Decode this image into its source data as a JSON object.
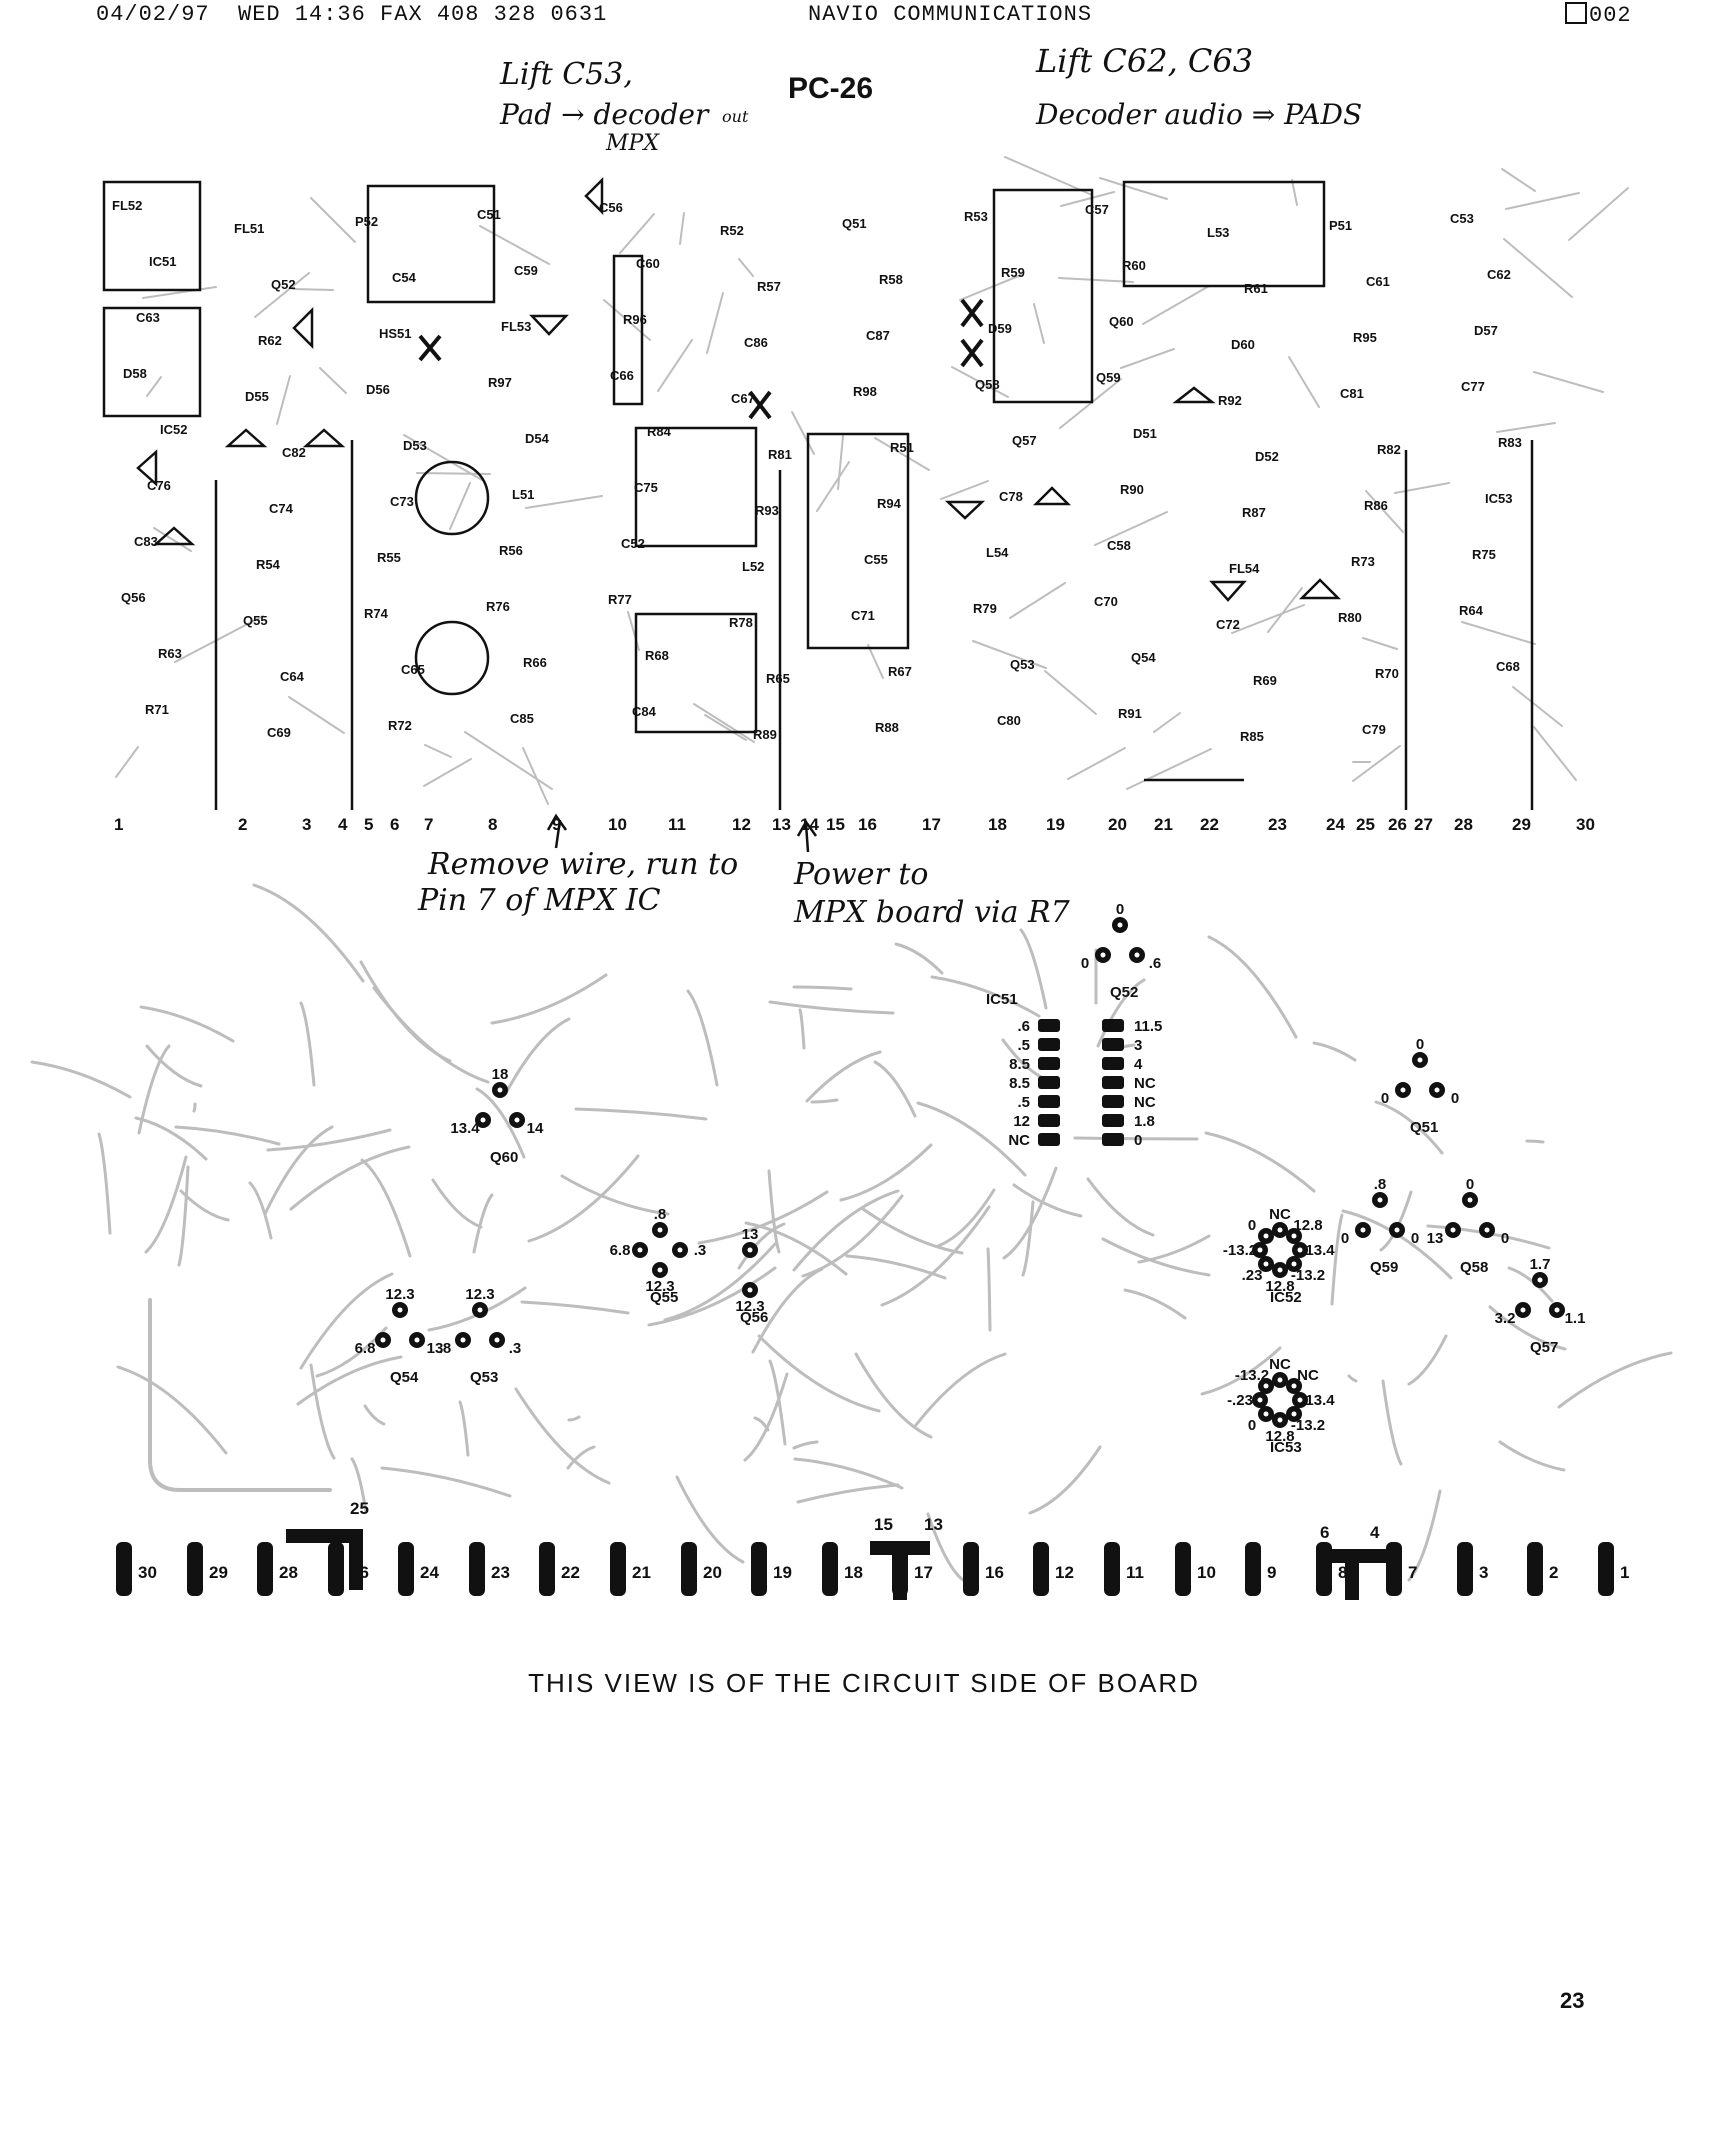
{
  "fax_header": {
    "line": "04/02/97  WED 14:36 FAX 408 328 0631",
    "company": "NAVIO COMMUNICATIONS",
    "page": "002"
  },
  "board": {
    "title": "PC-26",
    "caption": "THIS VIEW IS OF THE CIRCUIT SIDE OF BOARD",
    "page_number": "23"
  },
  "annotations": {
    "lift_c53": "Lift C53,",
    "pad_decoder": "Pad → decoder",
    "out": "out",
    "mpx": "MPX",
    "lift_c62_c63": "Lift C62, C63",
    "decoder_audio": "Decoder audio ⇒ PADS",
    "remove_wire_1": "Remove wire, run to",
    "remove_wire_2": "Pin 7 of MPX IC",
    "power_1": "Power to",
    "power_2": "MPX board via R7"
  },
  "component_labels": [
    "FL52",
    "FL51",
    "P52",
    "C51",
    "C56",
    "R52",
    "Q51",
    "R53",
    "C57",
    "L53",
    "P51",
    "C53",
    "IC51",
    "Q52",
    "C54",
    "C59",
    "C60",
    "R57",
    "R58",
    "R59",
    "R60",
    "R61",
    "C61",
    "C62",
    "C63",
    "R62",
    "HS51",
    "FL53",
    "R96",
    "C86",
    "C87",
    "D59",
    "Q60",
    "D60",
    "R95",
    "D57",
    "D58",
    "D55",
    "D56",
    "R97",
    "C66",
    "C67",
    "R98",
    "Q58",
    "Q59",
    "R92",
    "C81",
    "C77",
    "IC52",
    "C82",
    "D53",
    "D54",
    "R84",
    "R81",
    "R51",
    "Q57",
    "D51",
    "D52",
    "R82",
    "R83",
    "C76",
    "C74",
    "C73",
    "L51",
    "C75",
    "R93",
    "R94",
    "C78",
    "R90",
    "R87",
    "R86",
    "IC53",
    "C83",
    "R54",
    "R55",
    "R56",
    "C52",
    "L52",
    "C55",
    "L54",
    "C58",
    "FL54",
    "R73",
    "R75",
    "Q56",
    "Q55",
    "R74",
    "R76",
    "R77",
    "R78",
    "C71",
    "R79",
    "C70",
    "C72",
    "R80",
    "R64",
    "R63",
    "C64",
    "C65",
    "R66",
    "R68",
    "R65",
    "R67",
    "Q53",
    "Q54",
    "R69",
    "R70",
    "C68",
    "R71",
    "C69",
    "R72",
    "C85",
    "C84",
    "R89",
    "R88",
    "C80",
    "R91",
    "R85",
    "C79"
  ],
  "pin_numbers_top": [
    "1",
    "2",
    "3",
    "4",
    "5",
    "6",
    "7",
    "8",
    "9",
    "10",
    "11",
    "12",
    "13",
    "14",
    "15",
    "16",
    "17",
    "18",
    "19",
    "20",
    "21",
    "22",
    "23",
    "24",
    "25",
    "26",
    "27",
    "28",
    "29",
    "30"
  ],
  "edge_pins": [
    {
      "label": "30"
    },
    {
      "label": "29"
    },
    {
      "label": "28"
    },
    {
      "label": "26"
    },
    {
      "label": "24"
    },
    {
      "label": "23"
    },
    {
      "label": "22"
    },
    {
      "label": "21"
    },
    {
      "label": "20"
    },
    {
      "label": "19"
    },
    {
      "label": "18"
    },
    {
      "label": "17"
    },
    {
      "label": "16"
    },
    {
      "label": "12"
    },
    {
      "label": "11"
    },
    {
      "label": "10"
    },
    {
      "label": "9"
    },
    {
      "label": "8"
    },
    {
      "label": "7"
    },
    {
      "label": "3"
    },
    {
      "label": "2"
    },
    {
      "label": "1"
    }
  ],
  "edge_pin_tops": [
    "25",
    "15",
    "13",
    "6",
    "4"
  ],
  "ic51": {
    "name": "IC51",
    "left_pins": [
      ".6",
      ".5",
      "8.5",
      "8.5",
      ".5",
      "12",
      "NC"
    ],
    "right_pins": [
      "11.5",
      "3",
      "4",
      "NC",
      "NC",
      "1.8",
      "0"
    ]
  },
  "voltage_points": [
    {
      "ref": "Q52",
      "values": [
        "0",
        ".6",
        "0"
      ]
    },
    {
      "ref": "Q51",
      "values": [
        "0",
        "0",
        "0"
      ]
    },
    {
      "ref": "Q60",
      "values": [
        "18",
        "14",
        "13.4"
      ]
    },
    {
      "ref": "Q55",
      "values": [
        ".8",
        ".3",
        "12.3",
        "6.8"
      ]
    },
    {
      "ref": "Q56",
      "values": [
        "13",
        "12.3"
      ]
    },
    {
      "ref": "Q54",
      "values": [
        "12.3",
        "13",
        "6.8"
      ]
    },
    {
      "ref": "Q53",
      "values": [
        "12.3",
        ".3",
        ".8"
      ]
    },
    {
      "ref": "IC52",
      "values": [
        "NC",
        "12.8",
        "13.4",
        "-13.2",
        "12.8",
        ".23",
        "-13.2",
        "0"
      ]
    },
    {
      "ref": "IC53",
      "values": [
        "NC",
        "NC",
        "13.4",
        "-13.2",
        "12.8",
        "0",
        "-.23",
        "-13.2"
      ]
    },
    {
      "ref": "Q59",
      "values": [
        ".8",
        "0",
        "0"
      ]
    },
    {
      "ref": "Q58",
      "values": [
        "0",
        "0",
        "13"
      ]
    },
    {
      "ref": "Q57",
      "values": [
        "1.7",
        "1.1",
        "3.2"
      ]
    }
  ],
  "colors": {
    "ink": "#111111",
    "trace": "#b8b8b8",
    "paper": "#ffffff"
  }
}
